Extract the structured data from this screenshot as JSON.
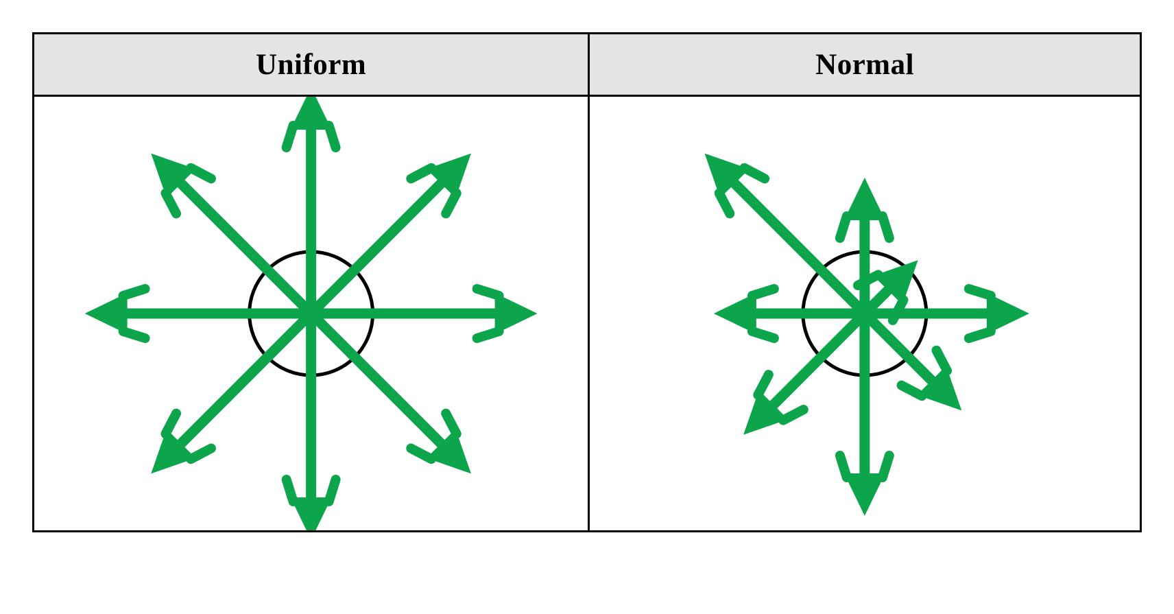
{
  "table": {
    "headers": [
      {
        "id": "uniform",
        "label": "Uniform"
      },
      {
        "id": "normal",
        "label": "Normal"
      }
    ]
  },
  "colors": {
    "arrow_green": "#0DA54B",
    "circle_black": "#000000",
    "header_background": "#E4E4E4",
    "cell_background": "#FFFFFF",
    "border_black": "#000000"
  },
  "chart_data": [
    {
      "type": "scatter",
      "id": "uniform-vector-rose",
      "title": "Uniform",
      "description": "Eight unit-direction arrows radiating from a common origin, evenly spaced at 45 degree intervals, all of equal magnitude, with a reference circle at the origin.",
      "center": {
        "x": 0,
        "y": 0
      },
      "reference_circle_radius": 90,
      "angle_unit": "degrees",
      "length_unit": "pixels",
      "xlabel": "",
      "ylabel": "",
      "grid": false,
      "legend": false,
      "directions": [
        "E",
        "NE",
        "N",
        "NW",
        "W",
        "SW",
        "S",
        "SE"
      ],
      "angles": [
        0,
        45,
        90,
        135,
        180,
        225,
        270,
        315
      ],
      "lengths": [
        330,
        330,
        330,
        330,
        330,
        330,
        330,
        330
      ],
      "vectors": [
        {
          "direction": "E",
          "angle": 0,
          "length": 330
        },
        {
          "direction": "NE",
          "angle": 45,
          "length": 330
        },
        {
          "direction": "N",
          "angle": 90,
          "length": 330
        },
        {
          "direction": "NW",
          "angle": 135,
          "length": 330
        },
        {
          "direction": "W",
          "angle": 180,
          "length": 330
        },
        {
          "direction": "SW",
          "angle": 225,
          "length": 330
        },
        {
          "direction": "S",
          "angle": 270,
          "length": 330
        },
        {
          "direction": "SE",
          "angle": 315,
          "length": 330
        }
      ]
    },
    {
      "type": "scatter",
      "id": "normal-vector-rose",
      "title": "Normal",
      "description": "Eight direction arrows radiating from a common origin at 45 degree intervals with unequal, randomly varying magnitudes, with a reference circle at the origin.",
      "center": {
        "x": 0,
        "y": 0
      },
      "reference_circle_radius": 90,
      "angle_unit": "degrees",
      "length_unit": "pixels",
      "xlabel": "",
      "ylabel": "",
      "grid": false,
      "legend": false,
      "directions": [
        "E",
        "NE",
        "N",
        "NW",
        "W",
        "SW",
        "S",
        "SE"
      ],
      "angles": [
        0,
        45,
        90,
        135,
        180,
        225,
        270,
        315
      ],
      "lengths": [
        240,
        110,
        198,
        330,
        220,
        250,
        295,
        200
      ],
      "vectors": [
        {
          "direction": "E",
          "angle": 0,
          "length": 240
        },
        {
          "direction": "NE",
          "angle": 45,
          "length": 110
        },
        {
          "direction": "N",
          "angle": 90,
          "length": 198
        },
        {
          "direction": "NW",
          "angle": 135,
          "length": 330
        },
        {
          "direction": "W",
          "angle": 180,
          "length": 220
        },
        {
          "direction": "SW",
          "angle": 225,
          "length": 250
        },
        {
          "direction": "S",
          "angle": 270,
          "length": 295
        },
        {
          "direction": "SE",
          "angle": 315,
          "length": 200
        }
      ]
    }
  ]
}
